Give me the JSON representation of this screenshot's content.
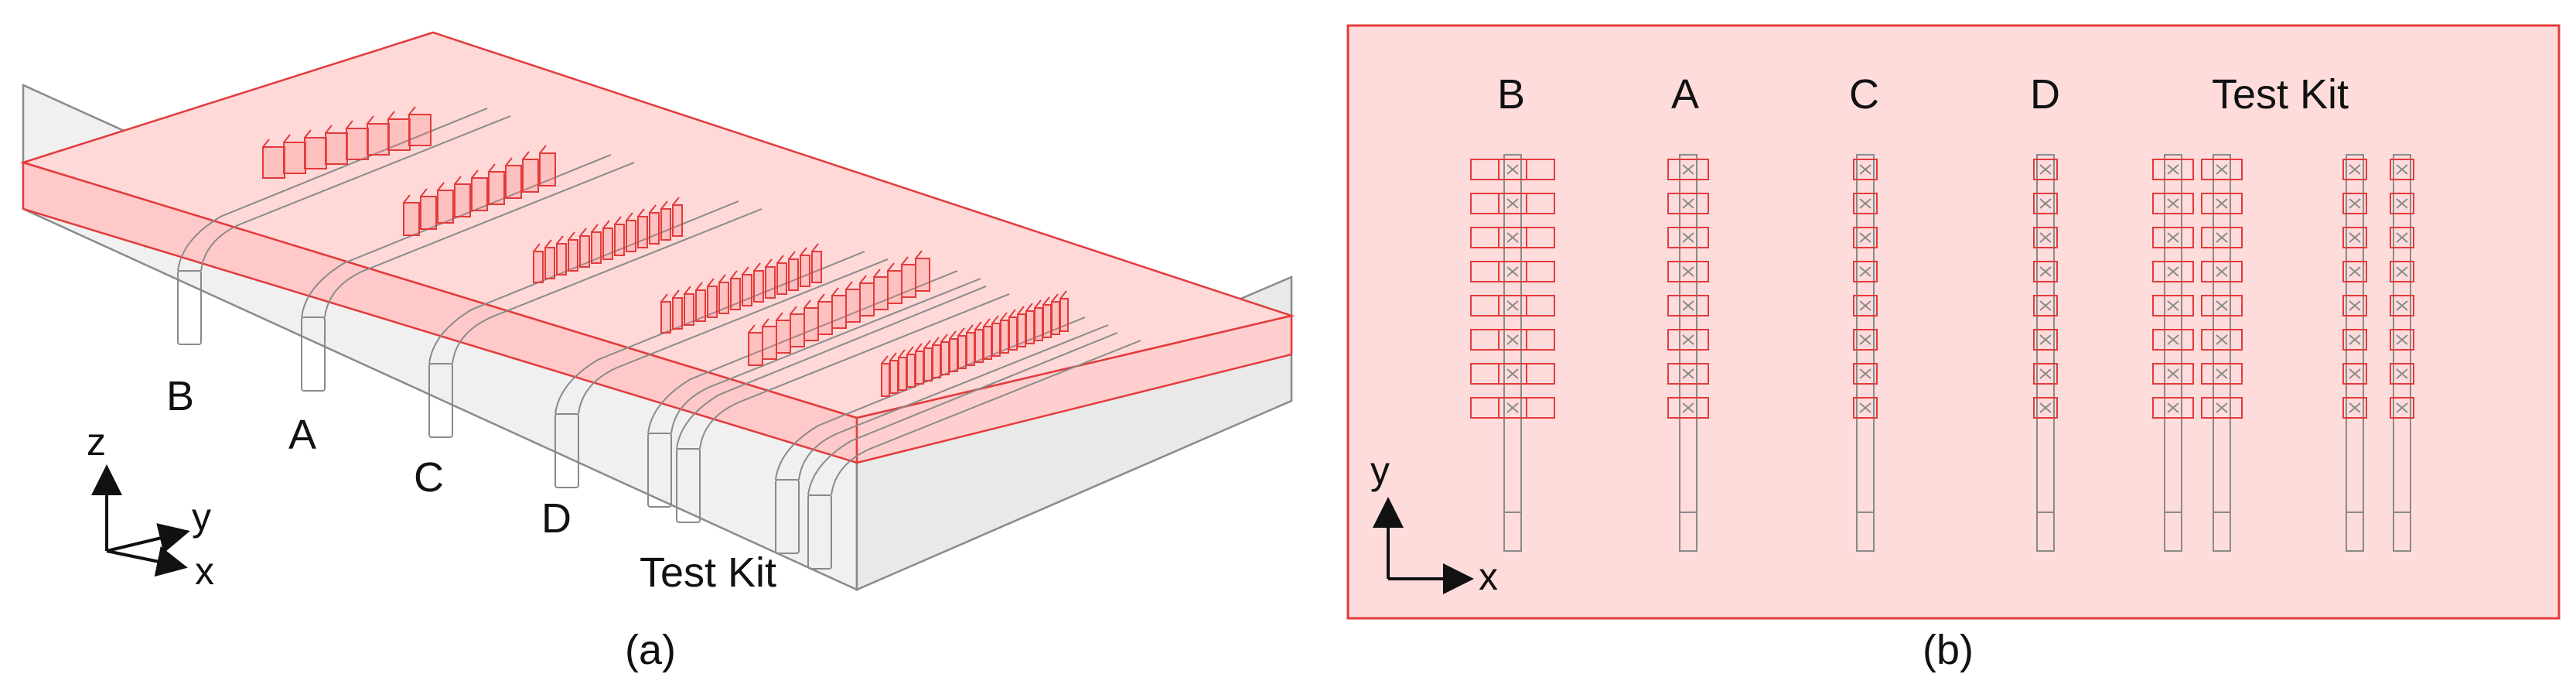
{
  "panel_a": {
    "caption": "(a)",
    "labels": [
      "B",
      "A",
      "C",
      "D",
      "Test Kit"
    ],
    "axes": {
      "z": "z",
      "y": "y",
      "x": "x"
    }
  },
  "panel_b": {
    "caption": "(b)",
    "labels": [
      "B",
      "A",
      "C",
      "D",
      "Test Kit"
    ],
    "axes": {
      "y": "y",
      "x": "x"
    }
  },
  "colors": {
    "red_line": "#e33b3b",
    "red_fill": "#ffd4d4",
    "grey_line": "#8a8a8a",
    "grey_fill": "#efefef",
    "dark": "#111111"
  }
}
